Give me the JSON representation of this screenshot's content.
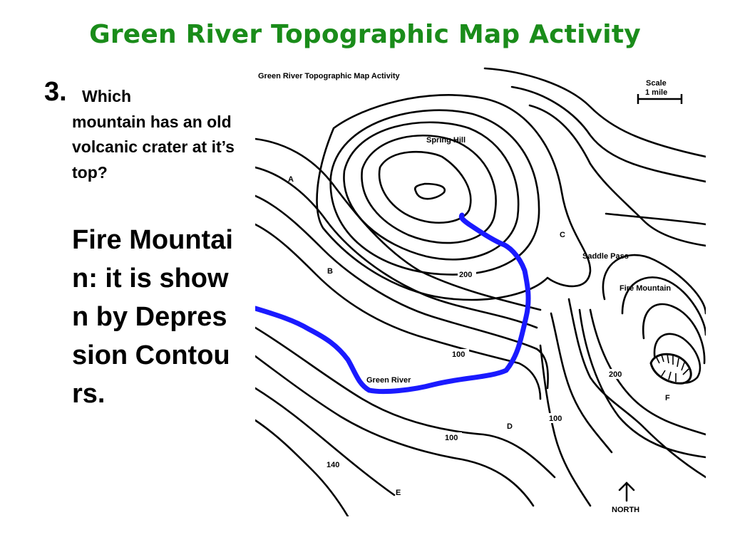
{
  "slide": {
    "title": "Green River Topographic Map Activity",
    "question_number": "3.",
    "question_first": "Which",
    "question_rest": "mountain has an old volcanic crater at it’s top?",
    "answer": "Fire Mountain: it is shown by Depression Contours."
  },
  "map": {
    "title": "Green River Topographic Map Activity",
    "scale_label": "Scale",
    "scale_value": "1 mile",
    "north_label": "NORTH",
    "river_color": "#1a1aff",
    "features": {
      "spring_hill": "Spring Hill",
      "saddle_pass": "Saddle Pass",
      "fire_mountain": "Fire Mountain",
      "green_river": "Green River"
    },
    "points": {
      "a": "A",
      "b": "B",
      "c": "C",
      "d": "D",
      "e": "E",
      "f": "F"
    },
    "elevations": {
      "spring_200": "200",
      "spring_100": "100",
      "fire_200": "200",
      "d_100": "100",
      "low_100": "100",
      "e_140": "140"
    }
  }
}
